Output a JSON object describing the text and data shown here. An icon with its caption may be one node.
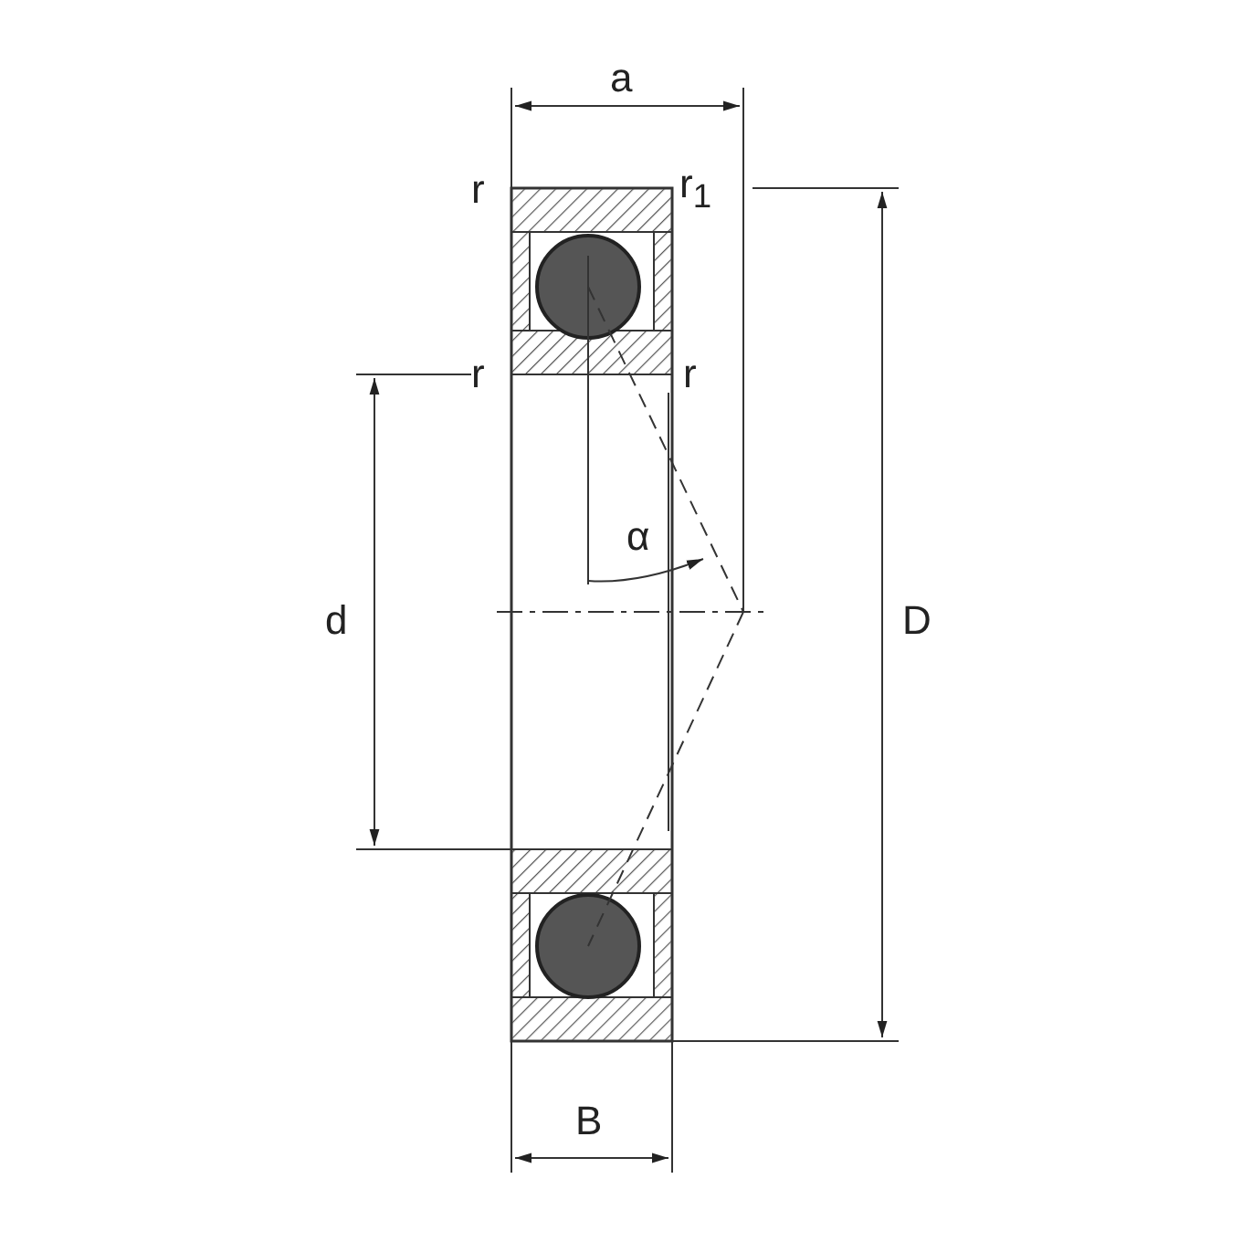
{
  "diagram": {
    "labels": [
      "a",
      "r",
      "r$_{1}$",
      "r",
      "r",
      "α",
      "d",
      "D",
      "B"
    ]
  }
}
